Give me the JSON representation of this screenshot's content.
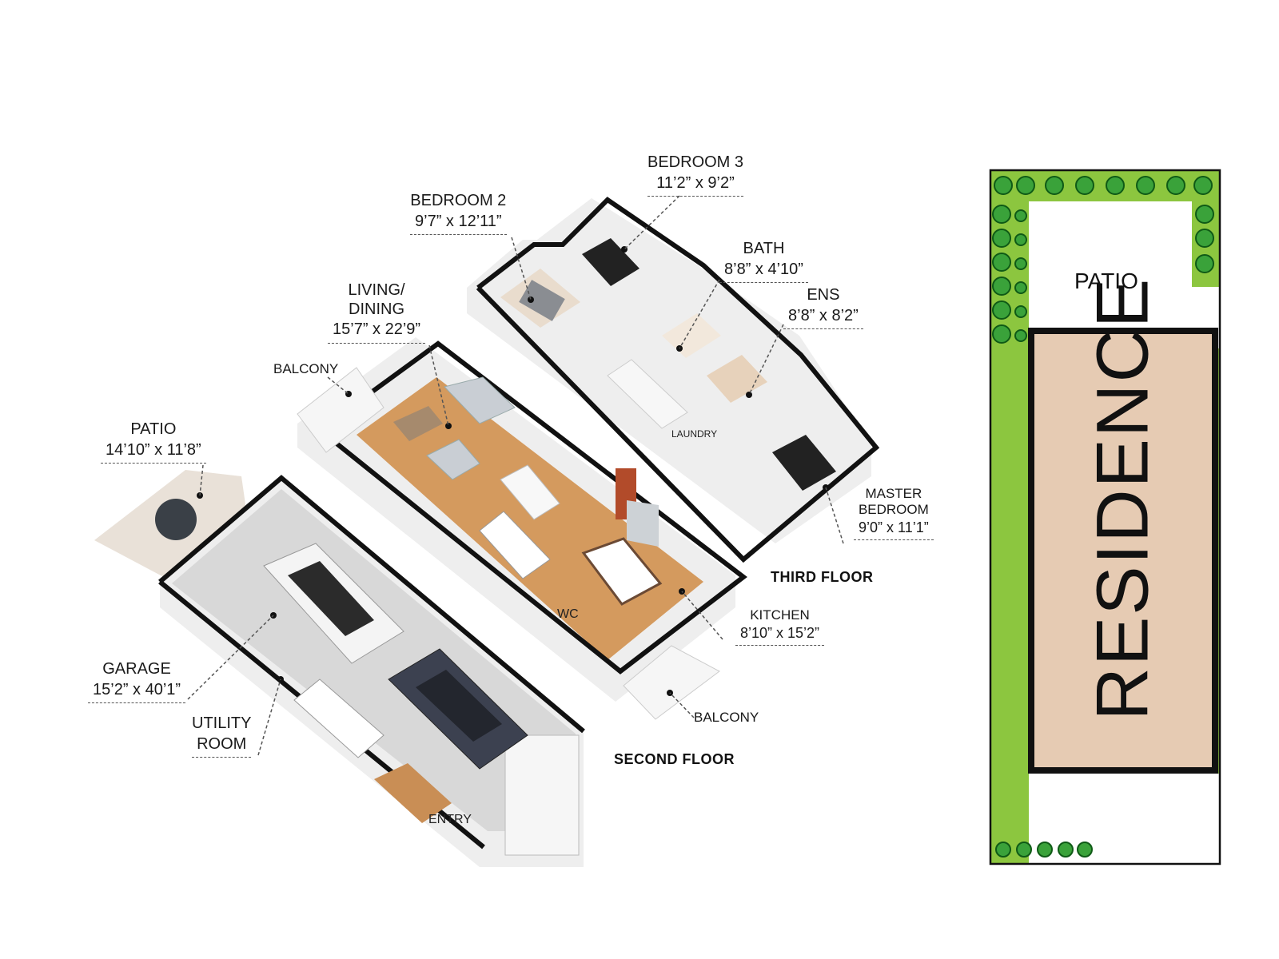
{
  "rooms": {
    "bedroom3": {
      "name": "BEDROOM 3",
      "dims": "11’2” x 9’2”"
    },
    "bedroom2": {
      "name": "BEDROOM 2",
      "dims": "9’7” x 12’11”"
    },
    "bath": {
      "name": "BATH",
      "dims": "8’8” x 4’10”"
    },
    "ens": {
      "name": "ENS",
      "dims": "8’8” x 8’2”"
    },
    "living": {
      "name_line1": "LIVING/",
      "name_line2": "DINING",
      "dims": "15’7” x 22’9”"
    },
    "balcony_upper": {
      "name": "BALCONY"
    },
    "patio": {
      "name": "PATIO",
      "dims": "14’10” x 11’8”"
    },
    "master": {
      "name_line1": "MASTER",
      "name_line2": "BEDROOM",
      "dims": "9’0” x 11’1”"
    },
    "kitchen": {
      "name": "KITCHEN",
      "dims": "8’10” x 15’2”"
    },
    "balcony_lower": {
      "name": "BALCONY"
    },
    "garage": {
      "name": "GARAGE",
      "dims": "15’2” x 40’1”"
    },
    "utility": {
      "name_line1": "UTILITY",
      "name_line2": "ROOM"
    },
    "wc": {
      "name": "WC"
    },
    "laundry": {
      "name": "LAUNDRY"
    },
    "entry": {
      "name": "ENTRY"
    }
  },
  "floors": {
    "third": "THIRD FLOOR",
    "second": "SECOND FLOOR"
  },
  "site_plan": {
    "patio": "PATIO",
    "residence": "RESIDENCE",
    "colors": {
      "lawn": "#8cc63f",
      "residence": "#e6cbb3",
      "outline": "#111111"
    }
  },
  "colors": {
    "floor_wood": "#d49a5e",
    "wall": "#f2f2f2",
    "wall_top": "#111111",
    "garage_floor": "#dcdcdc",
    "patio_floor": "#e9e1d8"
  }
}
